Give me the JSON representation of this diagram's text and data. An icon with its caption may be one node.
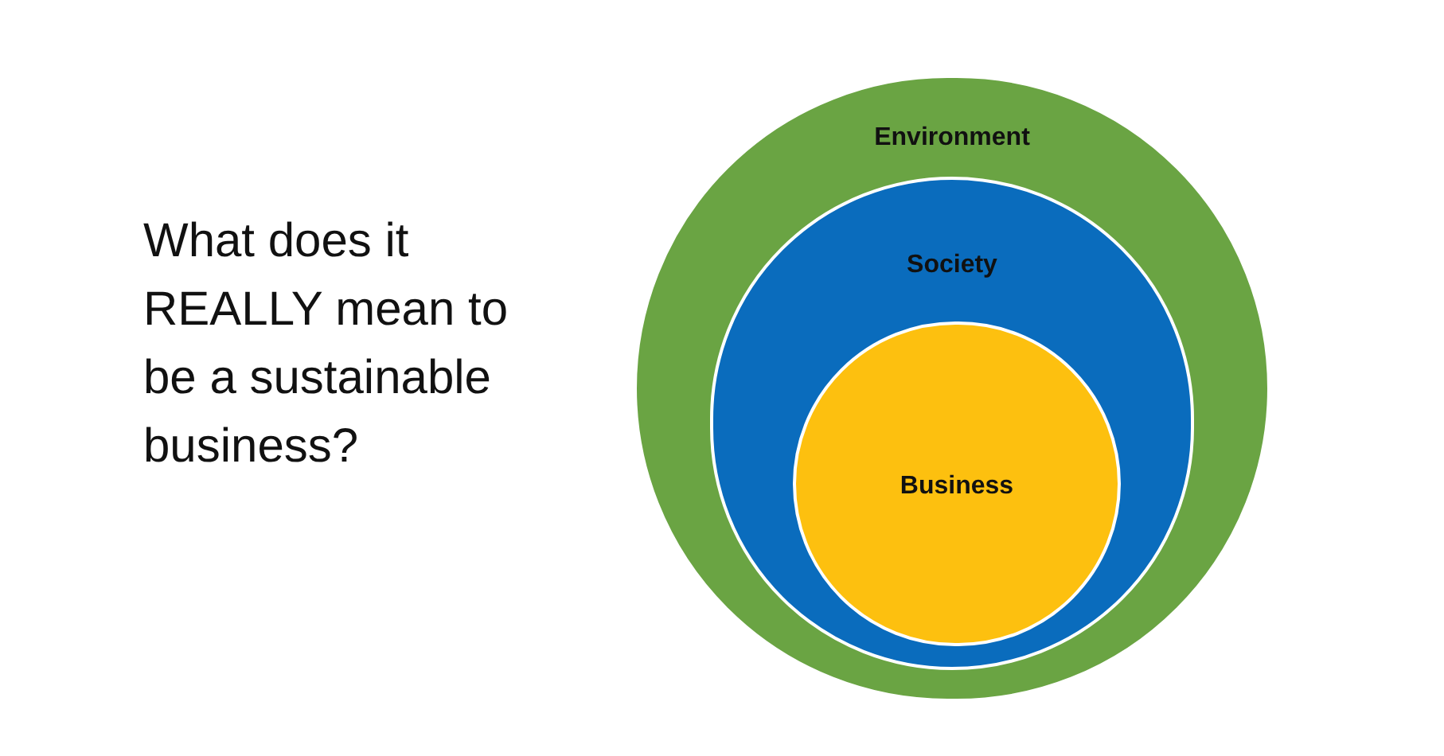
{
  "diagram": {
    "title": "What does it REALLY mean to be a sustainable business?",
    "nodes": [
      {
        "text": [
          "Environment"
        ]
      },
      {
        "text": [
          "Society"
        ],
        "in": 0
      },
      {
        "text": [
          "Business"
        ],
        "in": 1
      }
    ]
  }
}
